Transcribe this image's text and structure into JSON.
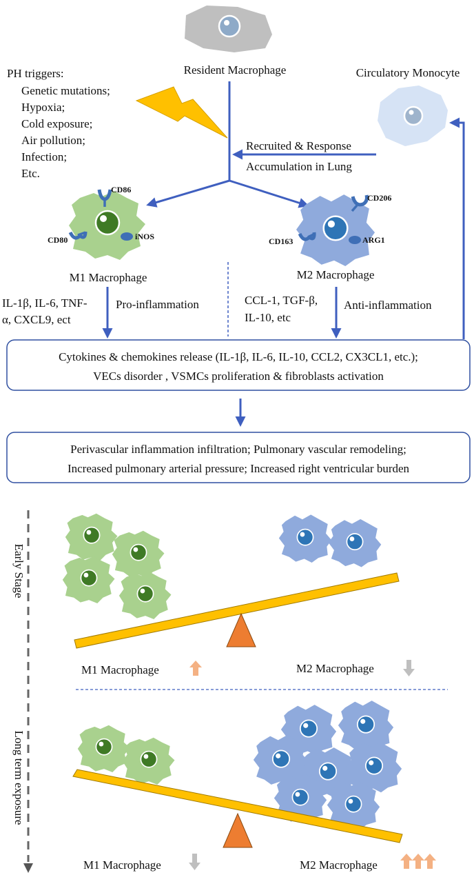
{
  "colors": {
    "arrow_blue": "#3f5fbf",
    "m1_green": "#a9d18e",
    "m1_nucleus": "#3f7a25",
    "m2_blue": "#8faadc",
    "m2_nucleus": "#2e75b6",
    "monocyte_fill": "#d6e3f5",
    "resident_gray": "#bfbfbf",
    "lightning": "#ffc000",
    "seesaw_bar": "#ffc000",
    "fulcrum": "#ed7d31",
    "arrow_up": "#f4b183",
    "arrow_down": "#bfbfbf",
    "box_border": "#2f4fa0"
  },
  "icons": [
    "lightning-icon",
    "up-arrow-icon",
    "down-arrow-icon",
    "receptor-icon"
  ],
  "top": {
    "resident_label": "Resident Macrophage",
    "monocyte_label": "Circulatory Monocyte",
    "triggers": {
      "title": "PH triggers:",
      "items": [
        "Genetic mutations;",
        "Hypoxia;",
        "Cold exposure;",
        "Air pollution;",
        "Infection;",
        "Etc."
      ]
    },
    "recruit_line1": "Recruited & Response",
    "recruit_line2": "Accumulation in Lung"
  },
  "m1": {
    "markers": [
      "CD86",
      "CD80",
      "iNOS"
    ],
    "label": "M1 Macrophage",
    "cytokines_line1": "IL-1β, IL-6, TNF-",
    "cytokines_line2": "α, CXCL9, ect",
    "effect": "Pro-inflammation"
  },
  "m2": {
    "markers": [
      "CD206",
      "CD163",
      "ARG1"
    ],
    "label": "M2 Macrophage",
    "cytokines_line1": "CCL-1, TGF-β,",
    "cytokines_line2": "IL-10, etc",
    "effect": "Anti-inflammation"
  },
  "box1": {
    "line1": "Cytokines & chemokines release (IL-1β, IL-6, IL-10, CCL2, CX3CL1, etc.);",
    "line2": "VECs disorder , VSMCs proliferation & fibroblasts activation"
  },
  "box2": {
    "line1": "Perivascular inflammation infiltration; Pulmonary vascular remodeling;",
    "line2": "Increased pulmonary arterial pressure; Increased right ventricular burden"
  },
  "bottom": {
    "early_stage": "Early Stage",
    "long_term": "Long term exposure",
    "early_m1_label": "M1 Macrophage",
    "early_m2_label": "M2 Macrophage",
    "late_m1_label": "M1 Macrophage",
    "late_m2_label": "M2 Macrophage"
  }
}
